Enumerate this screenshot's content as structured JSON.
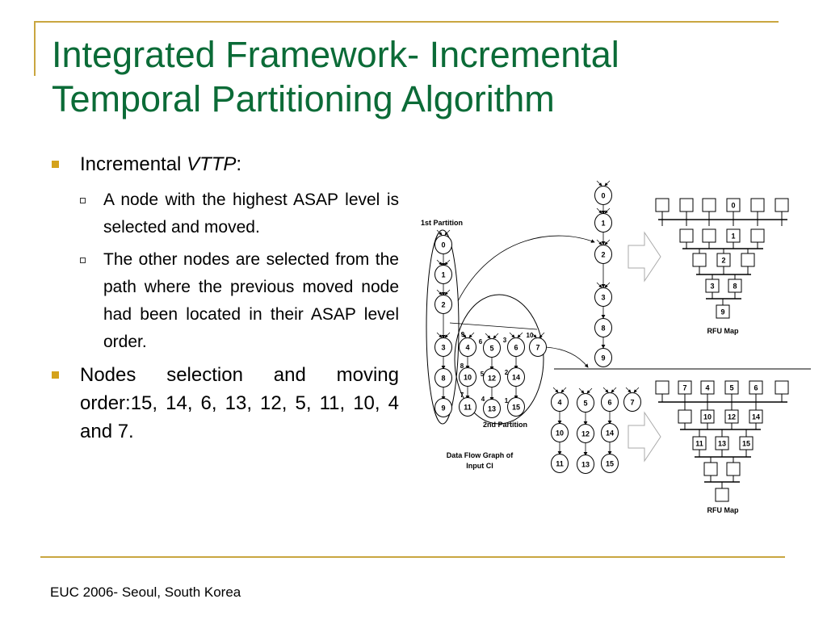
{
  "title_line1": "Integrated Framework- Incremental",
  "title_line2": "Temporal Partitioning Algorithm",
  "bullet1_prefix": "Incremental ",
  "bullet1_em": "VTTP",
  "bullet1_suffix": ":",
  "sub1": "A node with the highest ASAP level is selected and moved.",
  "sub2": "The other nodes are selected from the path where the previous moved node had been located in their ASAP level order.",
  "bullet2": "Nodes selection and moving order:15, 14, 6, 13, 12, 5, 11, 10, 4 and 7.",
  "footer": "EUC 2006- Seoul, South Korea",
  "diagram": {
    "label_first_partition": "1st Partition",
    "label_second_partition": "2nd Partition",
    "label_dfg_line1": "Data Flow Graph of",
    "label_dfg_line2": "Input CI",
    "rfu_map_top": "RFU Map",
    "rfu_map_bottom": "RFU Map",
    "dfg_nodes": [
      "0",
      "1",
      "2",
      "3",
      "8",
      "9",
      "4",
      "10",
      "11",
      "5",
      "12",
      "13",
      "6",
      "14",
      "15",
      "7"
    ],
    "dfg_order_marks": [
      "9",
      "6",
      "3",
      "10",
      "8",
      "5",
      "2",
      "7",
      "4",
      "1"
    ],
    "mid_top_nodes": [
      "0",
      "1",
      "2",
      "3",
      "8",
      "9"
    ],
    "mid_bottom_nodes": [
      "4",
      "5",
      "6",
      "7",
      "10",
      "12",
      "14",
      "11",
      "13",
      "15"
    ],
    "rfu_top_labels": [
      "0",
      "1",
      "2",
      "3",
      "8",
      "9"
    ],
    "rfu_bottom_labels": [
      "7",
      "4",
      "5",
      "6",
      "10",
      "12",
      "14",
      "11",
      "13",
      "15"
    ]
  }
}
